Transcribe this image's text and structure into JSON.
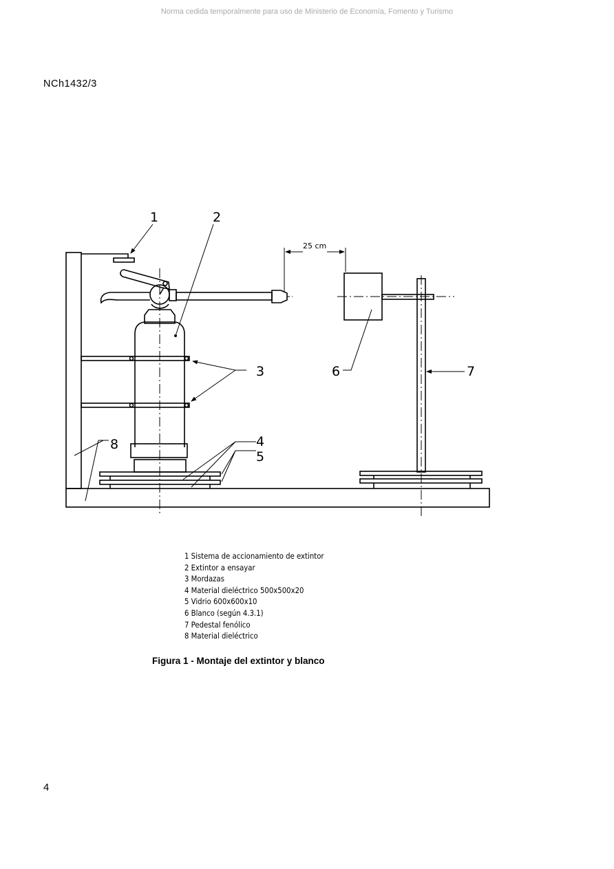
{
  "watermark": "Norma cedida temporalmente para uso de Ministerio de Economía, Fomento y Turismo",
  "header": "NCh1432/3",
  "figure": {
    "dimension_label": "25 cm",
    "callouts": [
      "1",
      "2",
      "3",
      "4",
      "5",
      "6",
      "7",
      "8"
    ],
    "legend": [
      "1  Sistema de accionamiento de extintor",
      "2  Extintor a ensayar",
      "3  Mordazas",
      "4  Material dieléctrico 500x500x20",
      "5  Vidrio 600x600x10",
      "6  Blanco (según 4.3.1)",
      "7  Pedestal fenólico",
      "8  Material dieléctrico"
    ],
    "caption": "Figura 1 - Montaje del extintor y blanco"
  },
  "page_number": "4"
}
